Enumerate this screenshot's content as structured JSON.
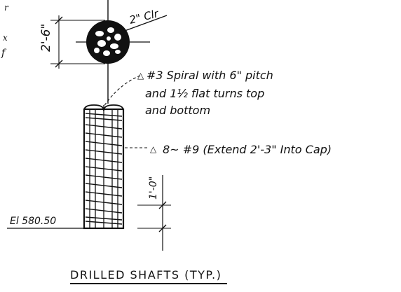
{
  "drawing": {
    "title": "DRILLED SHAFTS (TYP.)",
    "dimension_diameter": "2'-6\"",
    "clearance_label": "2\" Clr",
    "spiral_note": {
      "marker": "△",
      "line1": "#3 Spiral with 6\" pitch",
      "line2": "and 1½ flat turns top",
      "line3": "and bottom"
    },
    "bar_note": {
      "marker": "△",
      "text": "8~ #9 (Extend 2'-3\" Into Cap)"
    },
    "dimension_spacing": "1'-0\"",
    "elevation_label": "El 580.50",
    "margin_fragments": [
      "r",
      "x",
      "f"
    ]
  }
}
